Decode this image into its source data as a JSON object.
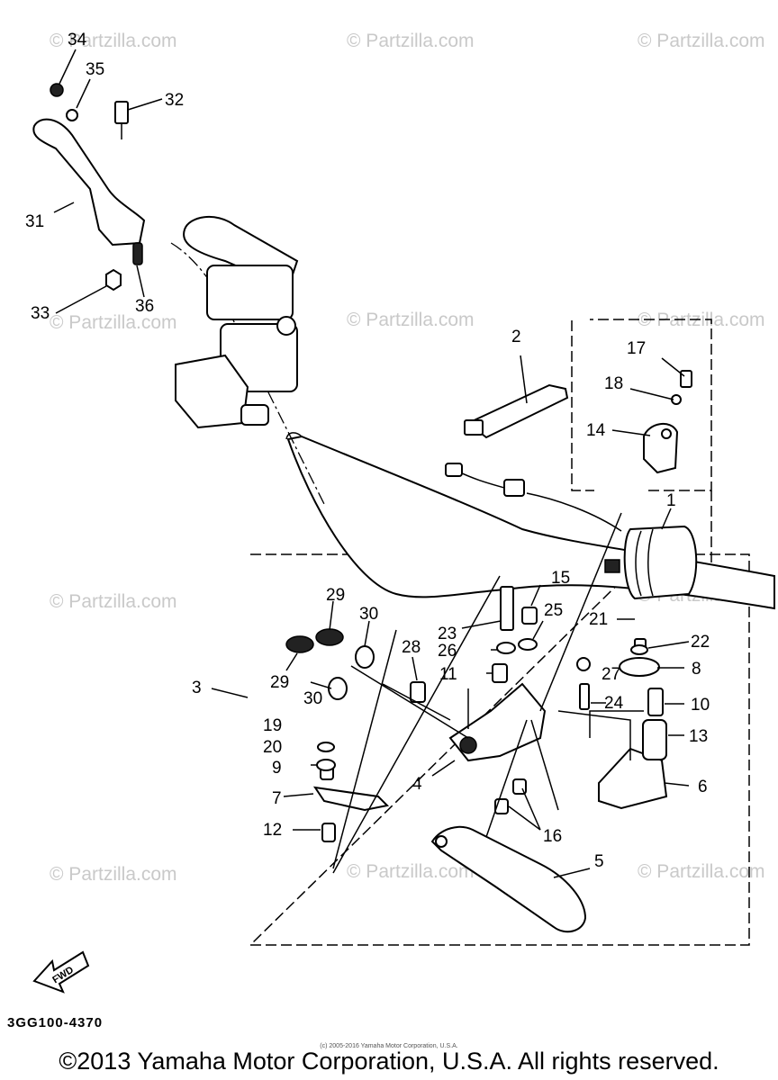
{
  "watermark": "© Partzilla.com",
  "diagram_code": "3GG100-4370",
  "direction_label": "FWD",
  "fine_print": "(c) 2005-2016 Yamaha Motor Corporation, U.S.A.",
  "copyright": "©2013 Yamaha Motor Corporation, U.S.A. All rights reserved.",
  "callouts": {
    "c1": "1",
    "c2": "2",
    "c3": "3",
    "c4": "4",
    "c5": "5",
    "c6": "6",
    "c7": "7",
    "c8": "8",
    "c9": "9",
    "c10": "10",
    "c11": "11",
    "c12": "12",
    "c13": "13",
    "c14": "14",
    "c15": "15",
    "c16": "16",
    "c17": "17",
    "c18": "18",
    "c19": "19",
    "c20": "20",
    "c21": "21",
    "c22": "22",
    "c23": "23",
    "c24": "24",
    "c25": "25",
    "c26": "26",
    "c27": "27",
    "c28": "28",
    "c29a": "29",
    "c29b": "29",
    "c30a": "30",
    "c30b": "30",
    "c31": "31",
    "c32": "32",
    "c33": "33",
    "c34": "34",
    "c35": "35",
    "c36": "36"
  }
}
